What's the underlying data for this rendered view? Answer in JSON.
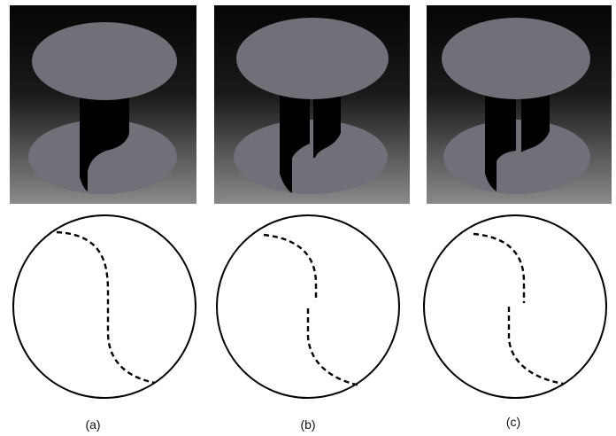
{
  "figure": {
    "panels": [
      {
        "label": "(a)"
      },
      {
        "label": "(b)"
      },
      {
        "label": "(c)"
      }
    ]
  },
  "colors": {
    "disc": "#6f7078",
    "background_top": "#050505",
    "background_bottom": "#808080",
    "blade": "#000000",
    "outline": "#000000"
  }
}
